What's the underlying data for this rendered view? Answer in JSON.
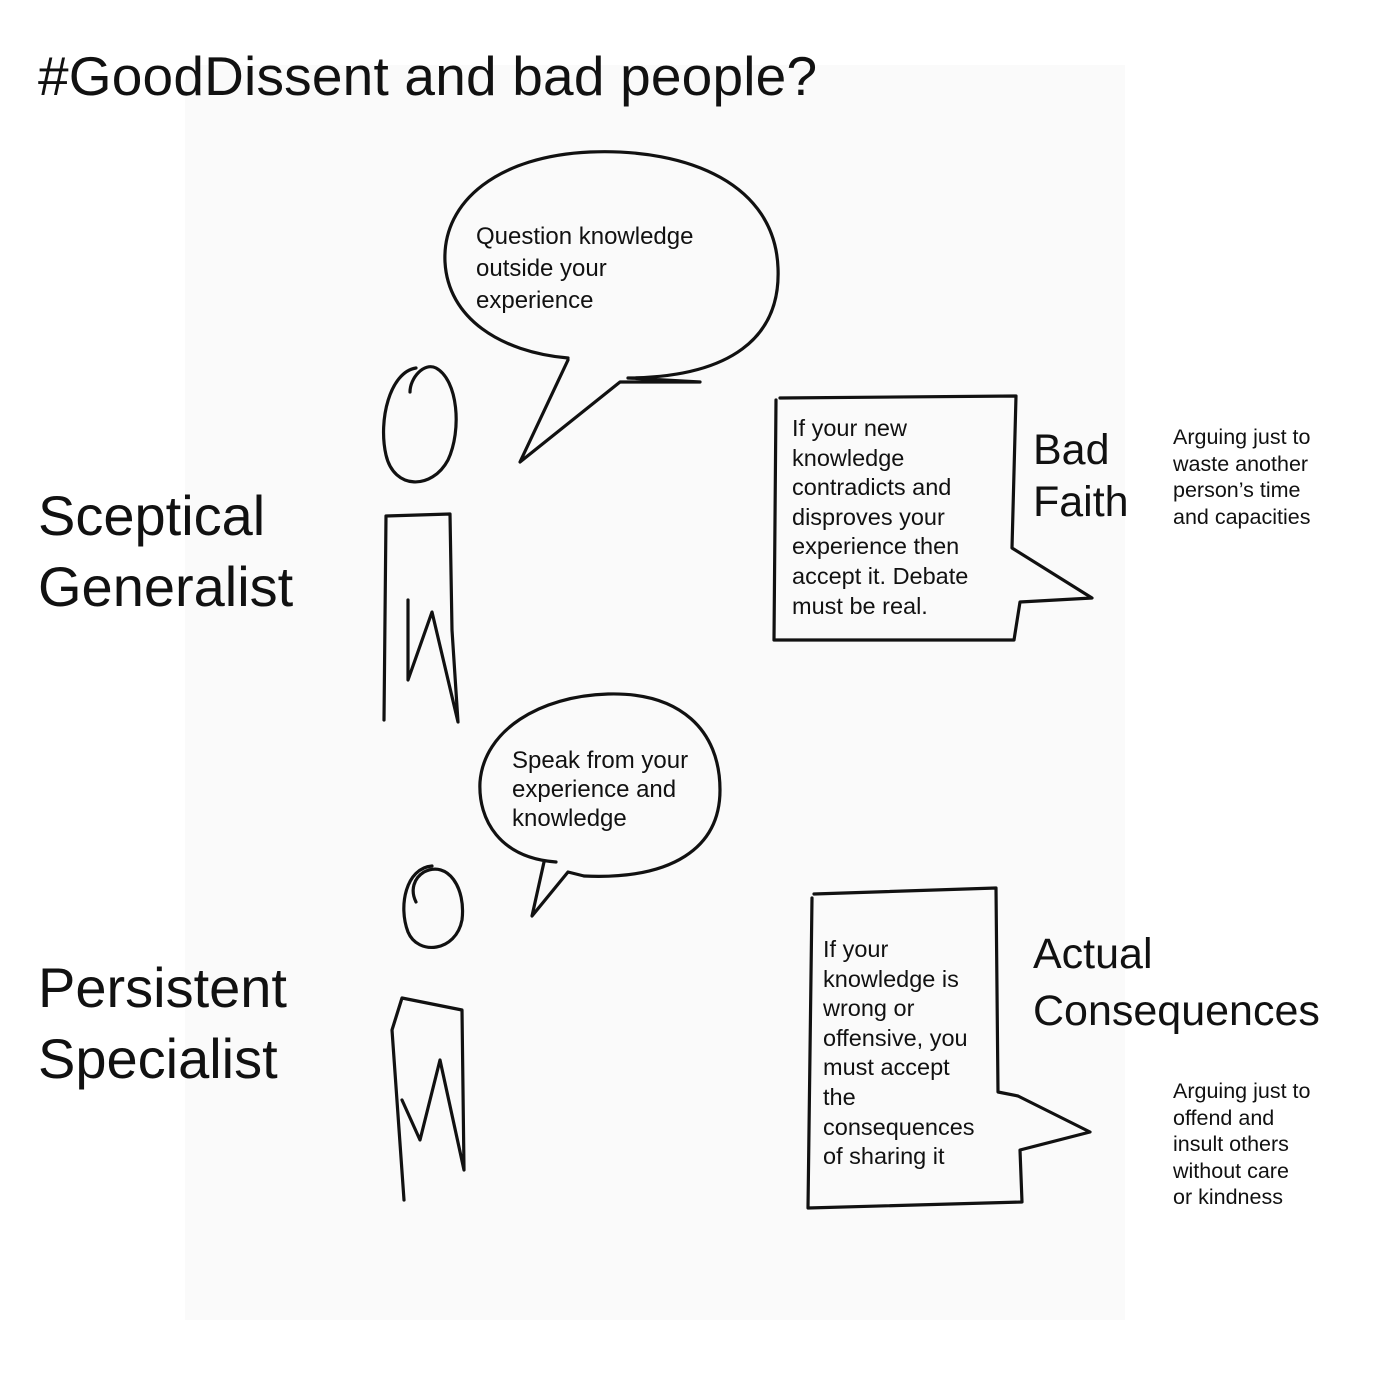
{
  "title": "#GoodDissent and bad people?",
  "roles": {
    "sceptical_generalist": "Sceptical\nGeneralist",
    "persistent_specialist": "Persistent\nSpecialist"
  },
  "speech_bubbles": {
    "generalist": "Question knowledge\noutside your\nexperience",
    "specialist": "Speak from your\nexperience and\nknowledge"
  },
  "rule_boxes": {
    "generalist": "If your new\nknowledge\ncontradicts and\ndisproves your\nexperience then\naccept it. Debate\nmust be real.",
    "specialist": "If your\nknowledge is\nwrong or\noffensive, you\nmust accept\nthe\nconsequences\nof sharing it"
  },
  "terms": {
    "bad_faith": "Bad\nFaith",
    "actual_consequences": "Actual\nConsequences"
  },
  "definitions": {
    "bad_faith": "Arguing just to\nwaste another\nperson’s time\nand capacities",
    "actual_consequences": "Arguing just to\noffend and\ninsult others\nwithout care\nor kindness"
  },
  "colors": {
    "ink": "#111111",
    "background": "#ffffff",
    "panel": "#fafafa"
  }
}
